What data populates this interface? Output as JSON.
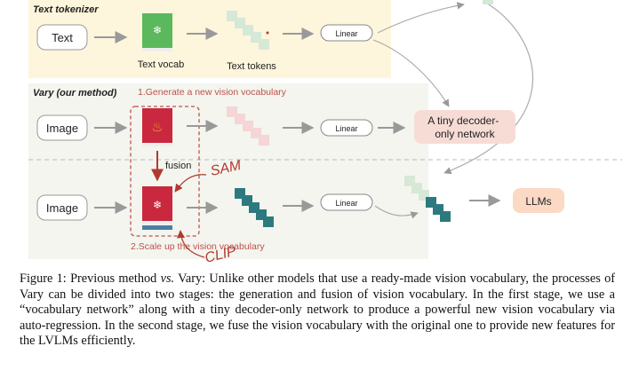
{
  "diagram": {
    "sections": {
      "text_tokenizer": "Text tokenizer",
      "vary": "Vary (our method)"
    },
    "nodes": {
      "text": "Text",
      "image_top": "Image",
      "image_bottom": "Image",
      "text_vocab": "Text vocab",
      "text_tokens": "Text tokens",
      "linear_1": "Linear",
      "linear_2": "Linear",
      "linear_3": "Linear",
      "decoder": [
        "A tiny decoder-",
        "only network"
      ],
      "llms": "LLMs"
    },
    "annotations": {
      "step1": "1.Generate a new vision vocabulary",
      "step2": "2.Scale up the vision vocabulary",
      "fusion": "fusion",
      "sam": "SAM",
      "clip": "CLIP"
    },
    "colors": {
      "text_band": "#fdf5dc",
      "vary_band": "#f3f5ee",
      "accent_red": "#c0504d",
      "book_green": "#5cb85c",
      "book_red": "#c9283e",
      "token_teal": "#2c7a7f",
      "token_pale": "#d6e8d6",
      "token_pink": "#f5d5d5",
      "decoder_fill": "#f7dcd6",
      "llm_fill": "#fbd9c5",
      "handwriting": "#b03a2e"
    }
  },
  "caption": {
    "label": "Figure 1:",
    "part1": " Previous method ",
    "vs": "vs.",
    "part2": " Vary: Unlike other models that use a ready-made vision vocabulary, the processes of Vary can be divided into two stages: the generation and fusion of vision vocabulary. In the first stage, we use a “vocabulary network” along with a tiny decoder-only network to produce a powerful new vision vocabulary via auto-regression. In the second stage, we fuse the vision vocabulary with the original one to provide new features for the LVLMs efficiently."
  }
}
